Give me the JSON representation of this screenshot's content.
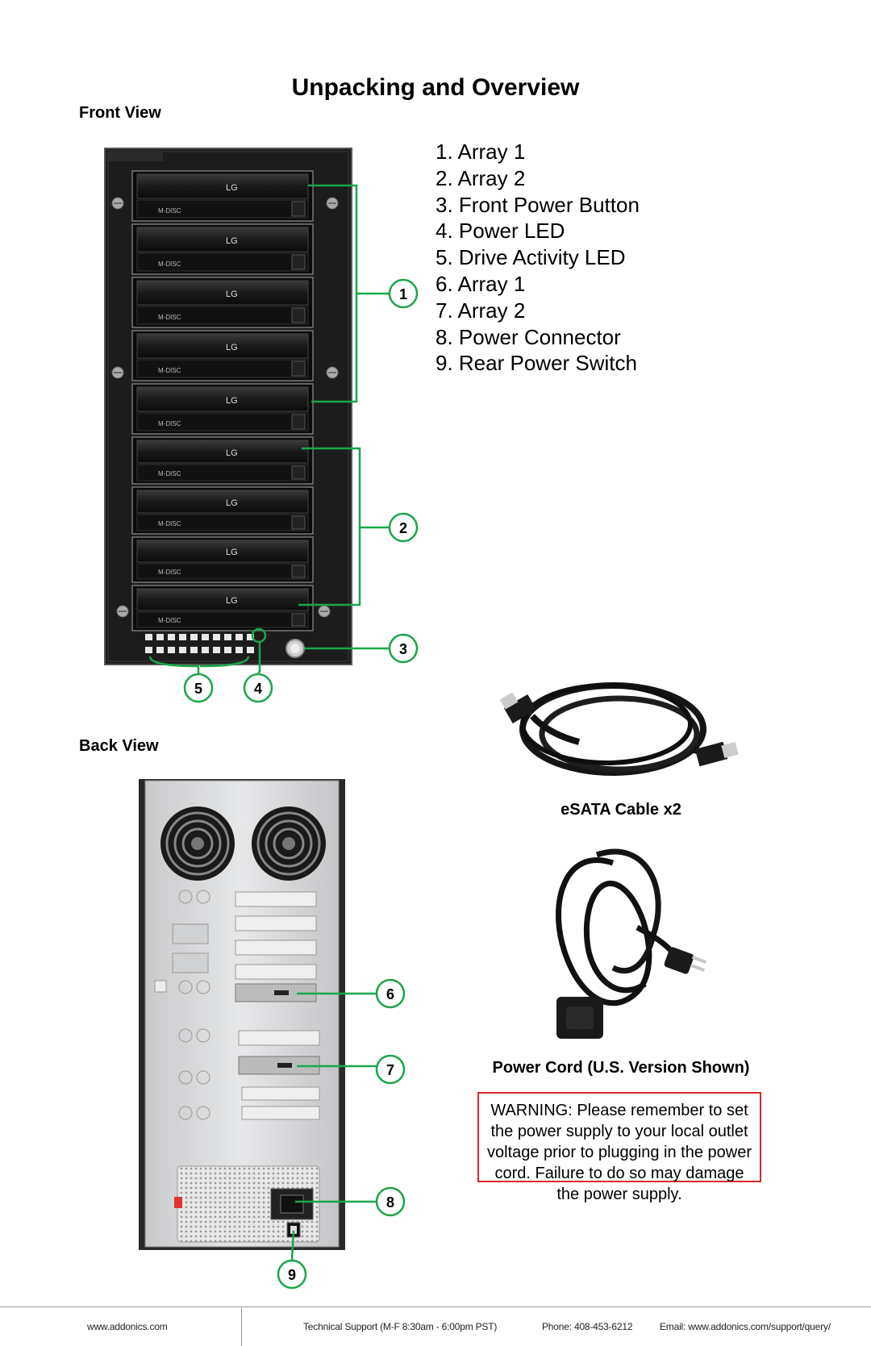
{
  "page": {
    "title": "Unpacking and Overview",
    "front_view_label": "Front View",
    "back_view_label": "Back View"
  },
  "legend": [
    "1. Array 1",
    "2. Array 2",
    "3. Front Power Button",
    "4. Power LED",
    "5. Drive Activity LED",
    "6. Array 1",
    "7. Array 2",
    "8. Power Connector",
    "9. Rear Power Switch"
  ],
  "front_drives": {
    "logo_text": "LG",
    "disc_text": "M-DISC"
  },
  "callouts": [
    "1",
    "2",
    "3",
    "4",
    "5",
    "6",
    "7",
    "8",
    "9"
  ],
  "accessories": {
    "esata_caption": "eSATA Cable x2",
    "cord_caption": "Power Cord (U.S. Version Shown)"
  },
  "warning": "WARNING: Please remember to set the power supply to your local outlet voltage prior to plugging in the power cord. Failure to do so may damage the power supply.",
  "footer": {
    "website": "www.addonics.com",
    "tech_support": "Technical Support (M-F 8:30am - 6:00pm PST)",
    "phone": "Phone: 408-453-6212",
    "email": "Email: www.addonics.com/support/query/"
  },
  "colors": {
    "callout_green": "#1aa64a",
    "warning_red": "#d8282e",
    "chassis": "#1c1c1c",
    "back_panel": "#d9dadc"
  }
}
